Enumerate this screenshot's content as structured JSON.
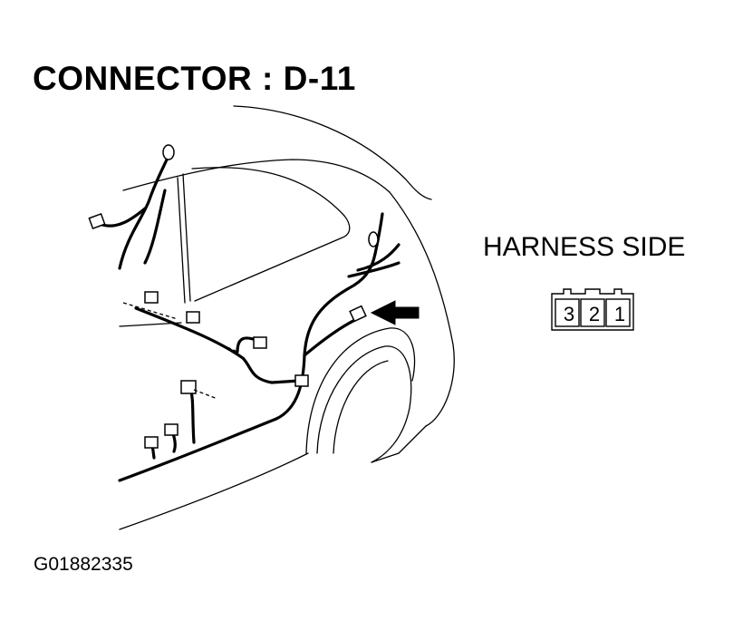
{
  "title": "CONNECTOR : D-11",
  "harness_side": {
    "label": "HARNESS SIDE",
    "pins": [
      "3",
      "2",
      "1"
    ]
  },
  "figure_id": "G01882335"
}
